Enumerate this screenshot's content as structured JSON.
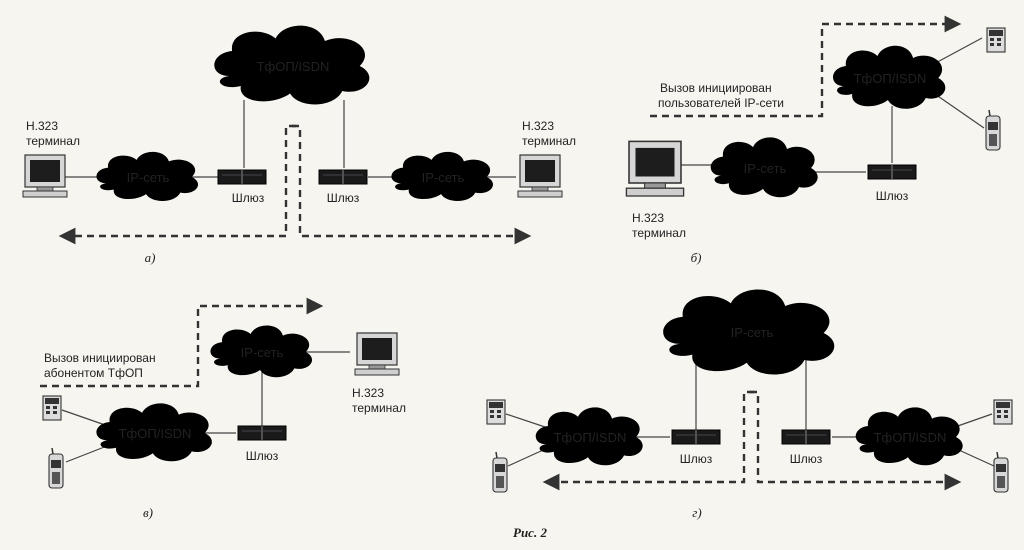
{
  "labels": {
    "pstn_isdn": "ТфОП/ISDN",
    "ip_net": "IP-сеть",
    "gateway": "Шлюз",
    "h323": "H.323",
    "terminal": "терминал",
    "call_by_ip_line1": "Вызов инициирован",
    "call_by_ip_line2": "пользователей IP-сети",
    "call_by_pstn_line1": "Вызов инициирован",
    "call_by_pstn_line2": "абонентом ТфОП"
  },
  "captions": {
    "a": "а)",
    "b": "б)",
    "v": "в)",
    "g": "г)",
    "figure": "Рис. 2"
  },
  "colors": {
    "pstn_cloud": "#e9bfe4",
    "ip_cloud": "#ffffff",
    "gateway": "#1a1a1a",
    "arrow": "#333333"
  }
}
